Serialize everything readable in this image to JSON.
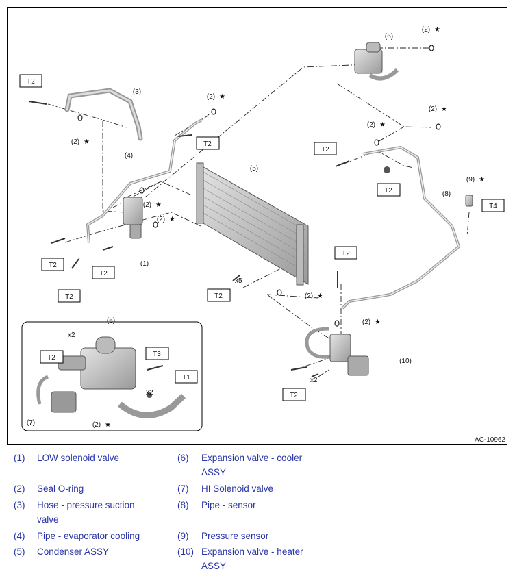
{
  "figure": {
    "reference_code": "AC-10962",
    "callouts": {
      "c1": "(1)",
      "c2": "(2)",
      "c3": "(3)",
      "c4": "(4)",
      "c5": "(5)",
      "c6": "(6)",
      "c7": "(7)",
      "c8": "(8)",
      "c9": "(9)",
      "c10": "(10)"
    },
    "star": "★",
    "torque_labels": {
      "t1": "T1",
      "t2": "T2",
      "t3": "T3",
      "t4": "T4"
    },
    "multipliers": {
      "x2": "x2",
      "x5": "x5"
    }
  },
  "legend": [
    {
      "num": "(1)",
      "text": "LOW solenoid valve"
    },
    {
      "num": "(2)",
      "text": "Seal O-ring"
    },
    {
      "num": "(3)",
      "text": "Hose - pressure suction valve"
    },
    {
      "num": "(4)",
      "text": "Pipe - evaporator cooling"
    },
    {
      "num": "(5)",
      "text": "Condenser ASSY"
    },
    {
      "num": "(6)",
      "text": "Expansion valve - cooler ASSY"
    },
    {
      "num": "(7)",
      "text": "HI Solenoid valve"
    },
    {
      "num": "(8)",
      "text": "Pipe - sensor"
    },
    {
      "num": "(9)",
      "text": "Pressure sensor"
    },
    {
      "num": "(10)",
      "text": "Expansion valve - heater ASSY"
    }
  ],
  "colors": {
    "legend_text": "#2a35a8",
    "border": "#000000",
    "part_fill": "#c8c8c8"
  }
}
